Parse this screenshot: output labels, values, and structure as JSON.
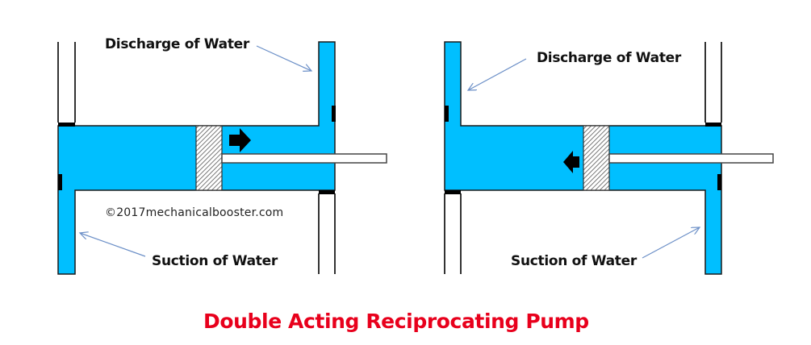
{
  "title": "Double Acting Reciprocating Pump",
  "watermark": "©2017mechanicalbooster.com",
  "colors": {
    "water": "#00BFFF",
    "outline": "#1a1a1a",
    "arrow_line": "#6b8fc7",
    "title": "#e8001c",
    "valve": "#000000",
    "hatch": "#555555"
  },
  "pumps": [
    {
      "id": "left",
      "stroke_direction": "right",
      "discharge_label": "Discharge of Water",
      "suction_label": "Suction of Water",
      "motion_arrow_icon": "arrow-right-icon",
      "open_valves": [
        "top-right-discharge",
        "bottom-left-suction"
      ],
      "closed_valves": [
        "top-left",
        "bottom-right"
      ]
    },
    {
      "id": "right",
      "stroke_direction": "left",
      "discharge_label": "Discharge of Water",
      "suction_label": "Suction of Water",
      "motion_arrow_icon": "arrow-left-icon",
      "open_valves": [
        "top-left-discharge",
        "bottom-right-suction"
      ],
      "closed_valves": [
        "top-right",
        "bottom-left"
      ]
    }
  ]
}
